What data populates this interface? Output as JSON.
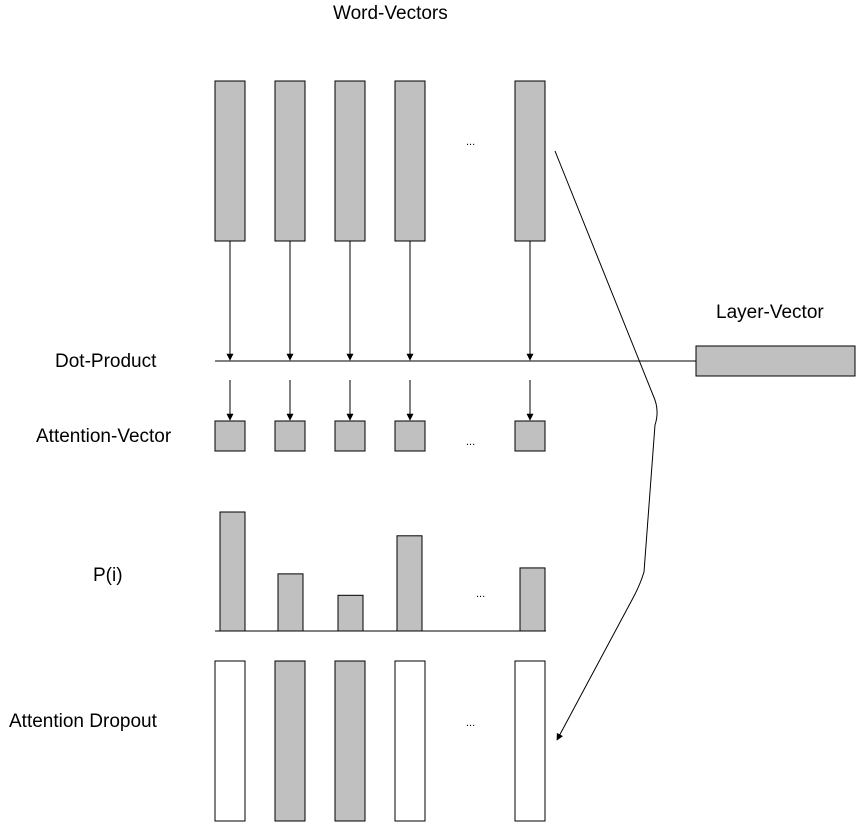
{
  "labels": {
    "word_vectors": "Word-Vectors",
    "layer_vector": "Layer-Vector",
    "dot_product": "Dot-Product",
    "attention_vector": "Attention-Vector",
    "p_i": "P(i)",
    "attention_dropout": "Attention Dropout"
  },
  "ellipsis": "...",
  "colors": {
    "fill": "#c0c0c0",
    "stroke": "#000000",
    "background": "#ffffff"
  },
  "probabilities": [
    1.0,
    0.48,
    0.3,
    0.8,
    0.53
  ],
  "dropout_kept": [
    false,
    true,
    true,
    false,
    false
  ]
}
